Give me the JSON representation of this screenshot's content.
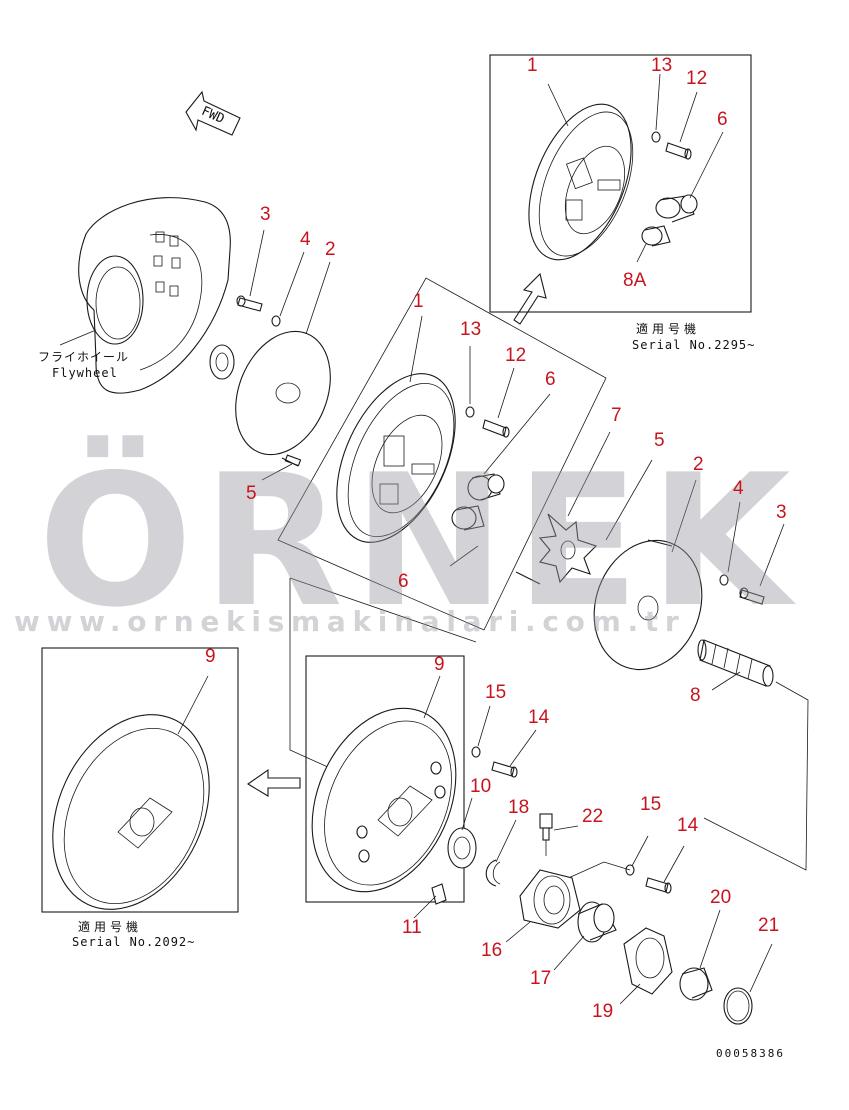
{
  "watermark": {
    "brand": "ÖRNEK",
    "url": "www.ornekismakinalari.com.tr"
  },
  "fwd_label": "FWD",
  "flywheel": {
    "jp": "フライホイール",
    "en": "Flywheel"
  },
  "inset_top": {
    "jp": "適用号機",
    "serial": "Serial No.2295~"
  },
  "inset_left": {
    "jp": "適用号機",
    "serial": "Serial No.2092~"
  },
  "doc_number": "00058386",
  "callouts": [
    {
      "id": "c-1-inset",
      "text": "1"
    },
    {
      "id": "c-13-inset",
      "text": "13"
    },
    {
      "id": "c-12-inset",
      "text": "12"
    },
    {
      "id": "c-6-inset",
      "text": "6"
    },
    {
      "id": "c-8a-inset",
      "text": "8A"
    },
    {
      "id": "c-3-top",
      "text": "3"
    },
    {
      "id": "c-4-top",
      "text": "4"
    },
    {
      "id": "c-2-top",
      "text": "2"
    },
    {
      "id": "c-1-main",
      "text": "1"
    },
    {
      "id": "c-13-main",
      "text": "13"
    },
    {
      "id": "c-12-main",
      "text": "12"
    },
    {
      "id": "c-6-upper",
      "text": "6"
    },
    {
      "id": "c-5-left",
      "text": "5"
    },
    {
      "id": "c-6-lower",
      "text": "6"
    },
    {
      "id": "c-7",
      "text": "7"
    },
    {
      "id": "c-5-right",
      "text": "5"
    },
    {
      "id": "c-2-right",
      "text": "2"
    },
    {
      "id": "c-4-right",
      "text": "4"
    },
    {
      "id": "c-3-right",
      "text": "3"
    },
    {
      "id": "c-8",
      "text": "8"
    },
    {
      "id": "c-9-left",
      "text": "9"
    },
    {
      "id": "c-9-main",
      "text": "9"
    },
    {
      "id": "c-15-upper",
      "text": "15"
    },
    {
      "id": "c-14-upper",
      "text": "14"
    },
    {
      "id": "c-10",
      "text": "10"
    },
    {
      "id": "c-18",
      "text": "18"
    },
    {
      "id": "c-22",
      "text": "22"
    },
    {
      "id": "c-15-lower",
      "text": "15"
    },
    {
      "id": "c-14-lower",
      "text": "14"
    },
    {
      "id": "c-11",
      "text": "11"
    },
    {
      "id": "c-16",
      "text": "16"
    },
    {
      "id": "c-20",
      "text": "20"
    },
    {
      "id": "c-21",
      "text": "21"
    },
    {
      "id": "c-17",
      "text": "17"
    },
    {
      "id": "c-19",
      "text": "19"
    }
  ]
}
